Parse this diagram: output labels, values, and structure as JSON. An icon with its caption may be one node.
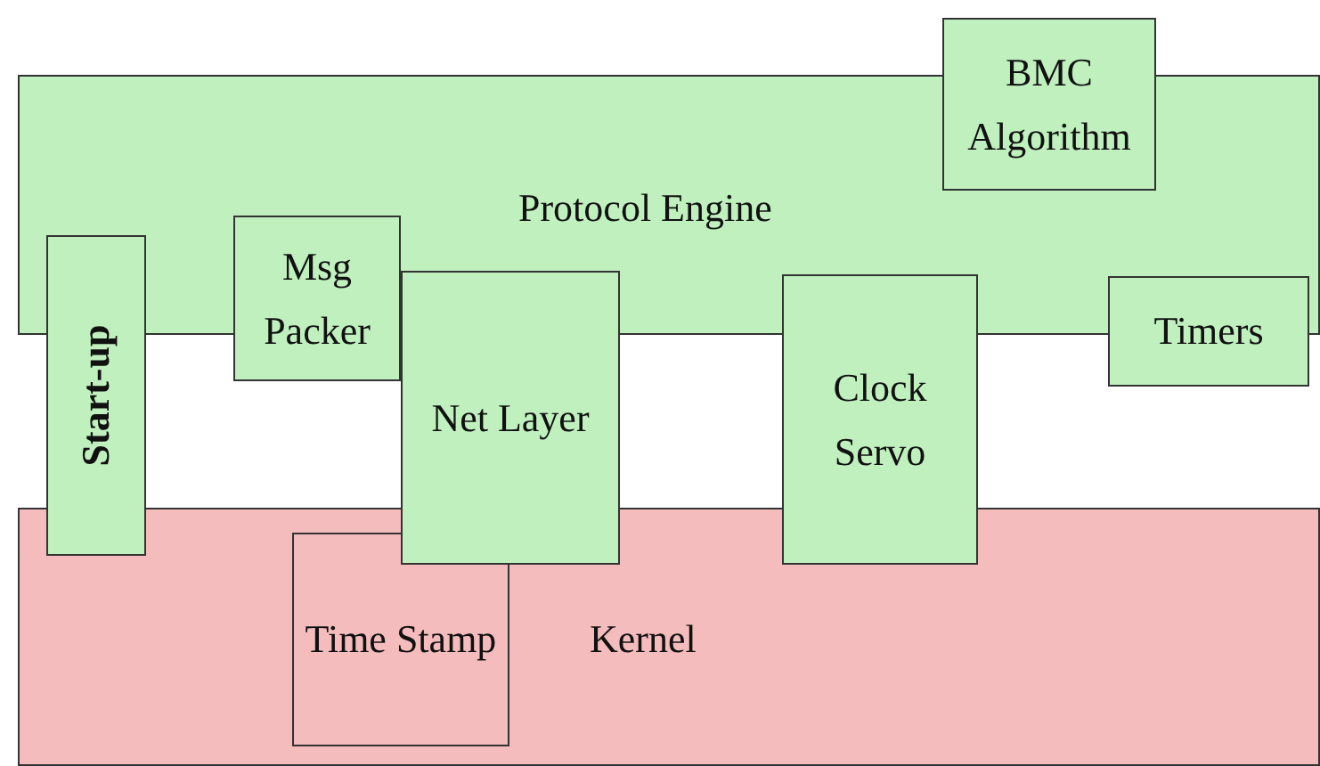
{
  "diagram": {
    "nodes": [
      {
        "text": [
          "Protocol Engine"
        ]
      },
      {
        "text": [
          "BMC Algorithm"
        ]
      },
      {
        "text": [
          "Msg Packer"
        ]
      },
      {
        "text": [
          "Net Layer"
        ]
      },
      {
        "text": [
          "Clock Servo"
        ]
      },
      {
        "text": [
          "Timers"
        ]
      },
      {
        "text": [
          "Start-up"
        ]
      },
      {
        "text": [
          "Kernel"
        ]
      },
      {
        "text": [
          "Time Stamp"
        ],
        "in": 7
      }
    ],
    "edges": []
  }
}
